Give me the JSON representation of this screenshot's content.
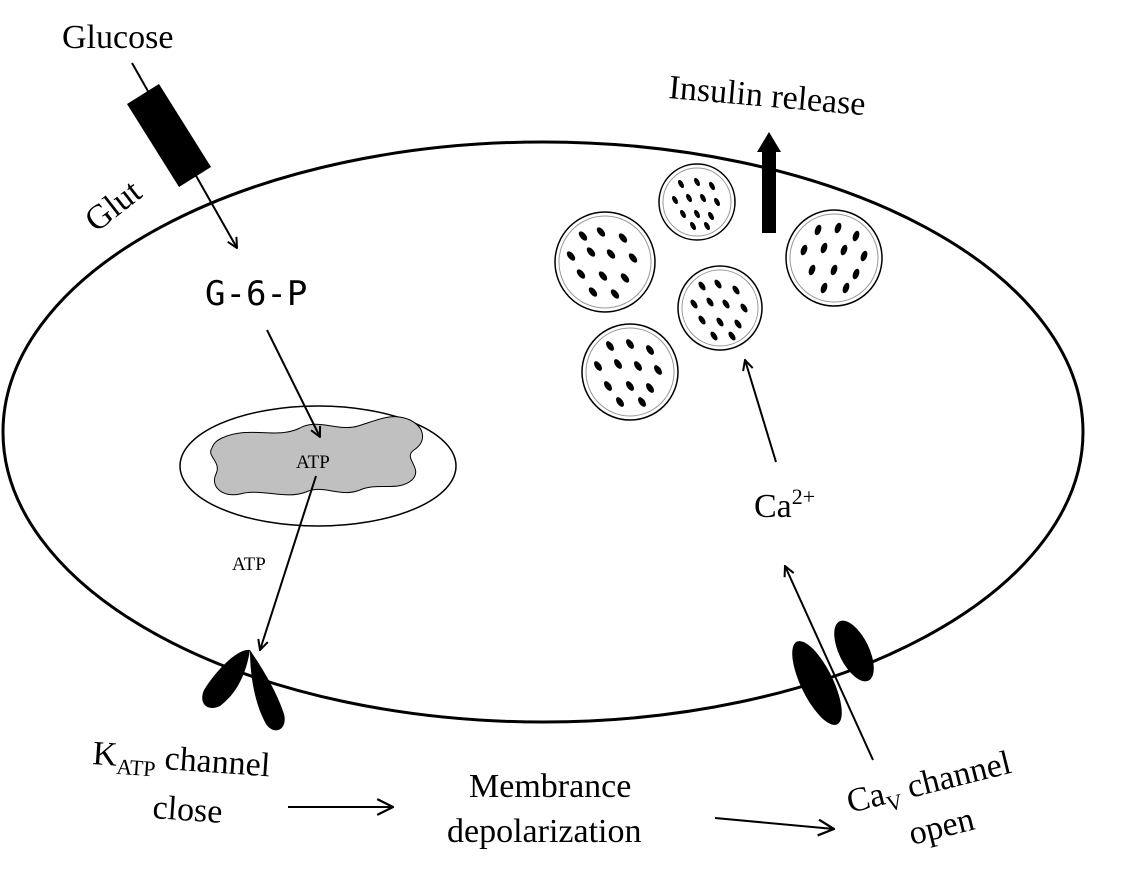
{
  "diagram": {
    "labels": {
      "glucose": "Glucose",
      "glut": "Glut",
      "g6p": "G-6-P",
      "atp_inner": "ATP",
      "atp_arrow": "ATP",
      "insulin_release": "Insulin release",
      "ca_main": "Ca",
      "ca_sup": "2+",
      "katp_k": "K",
      "katp_sub": "ATP",
      "katp_rest": " channel",
      "katp_close": "close",
      "membrane_line1": "Membrance",
      "membrane_line2": "depolarization",
      "cav_main": "Ca",
      "cav_sub": "V",
      "cav_rest": " channel",
      "cav_open": "open"
    },
    "colors": {
      "stroke": "#000000",
      "mitochondria_fill": "#c0c0c0",
      "background": "#ffffff"
    },
    "icons": {
      "glucose_transporter": "glut-transporter-icon",
      "katp_channel": "katp-channel-icon",
      "cav_channel": "ca-channel-icon",
      "vesicle": "insulin-vesicle-icon",
      "mitochondrion": "mitochondrion-icon"
    }
  }
}
